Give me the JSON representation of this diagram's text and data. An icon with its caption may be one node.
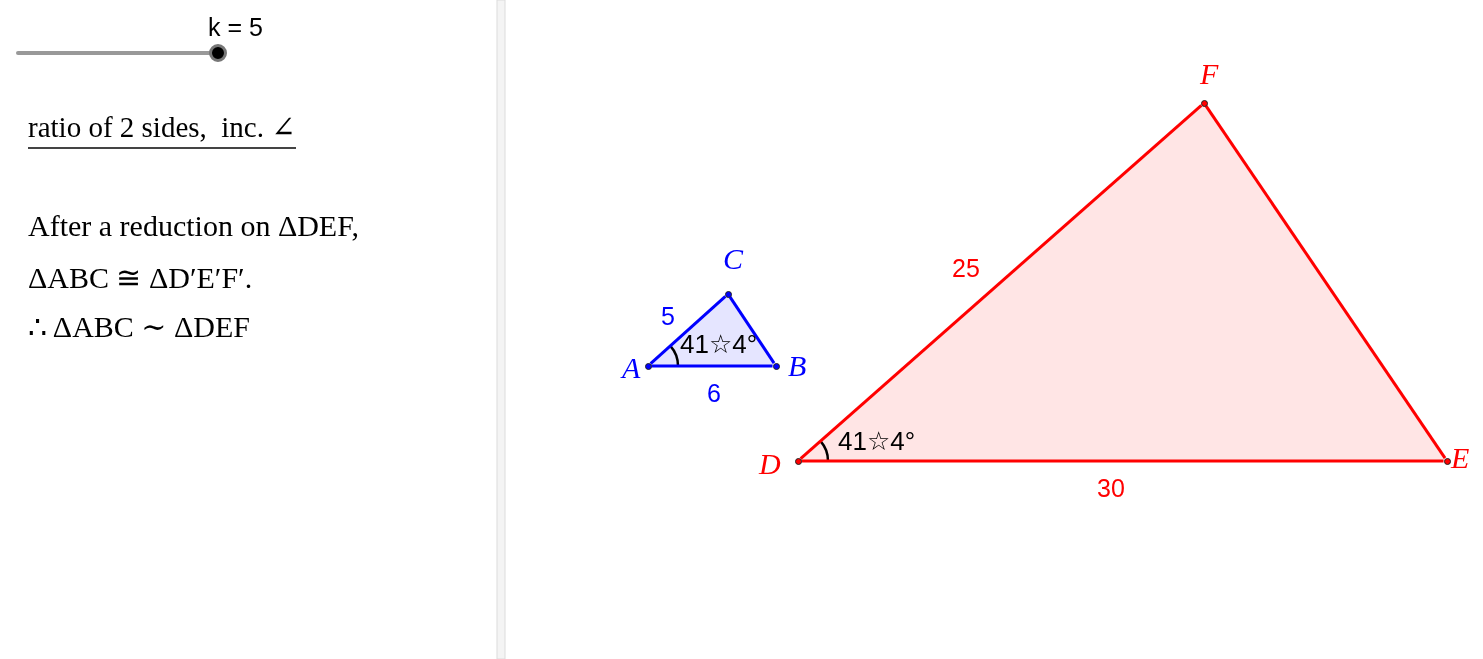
{
  "diagram": {
    "nodes": [
      {
        "text": [],
        "shape": "circle",
        "beside": [
          "A"
        ]
      },
      {
        "text": [],
        "shape": "circle",
        "beside": [
          "B"
        ]
      },
      {
        "text": [],
        "shape": "circle",
        "beside": [
          "C"
        ]
      },
      {
        "text": [],
        "shape": "circle",
        "beside": [
          "D"
        ]
      },
      {
        "text": [],
        "shape": "circle",
        "beside": [
          "E"
        ]
      },
      {
        "text": [],
        "shape": "circle",
        "beside": [
          "F"
        ]
      }
    ],
    "edges": [
      {
        "from": 0,
        "to": 2,
        "arrow": "none",
        "label": "5",
        "color": "#0000ff"
      },
      {
        "from": 0,
        "to": 1,
        "arrow": "none",
        "label": "6",
        "color": "#0000ff"
      },
      {
        "from": 1,
        "to": 2,
        "arrow": "none",
        "color": "#0000ff"
      },
      {
        "from": 3,
        "to": 5,
        "arrow": "none",
        "label": "25",
        "color": "#ff0000"
      },
      {
        "from": 3,
        "to": 4,
        "arrow": "none",
        "label": "30",
        "color": "#ff0000"
      },
      {
        "from": 4,
        "to": 5,
        "arrow": "none",
        "color": "#ff0000"
      }
    ],
    "labels": [
      "k = 5",
      "ratio of 2 sides,  inc. ∠",
      "After a reduction on ΔDEF,",
      "ΔABC ≅ ΔD′E′F′.",
      "∴ ΔABC ∼ ΔDEF",
      "41☆4°",
      "41☆4°"
    ]
  }
}
